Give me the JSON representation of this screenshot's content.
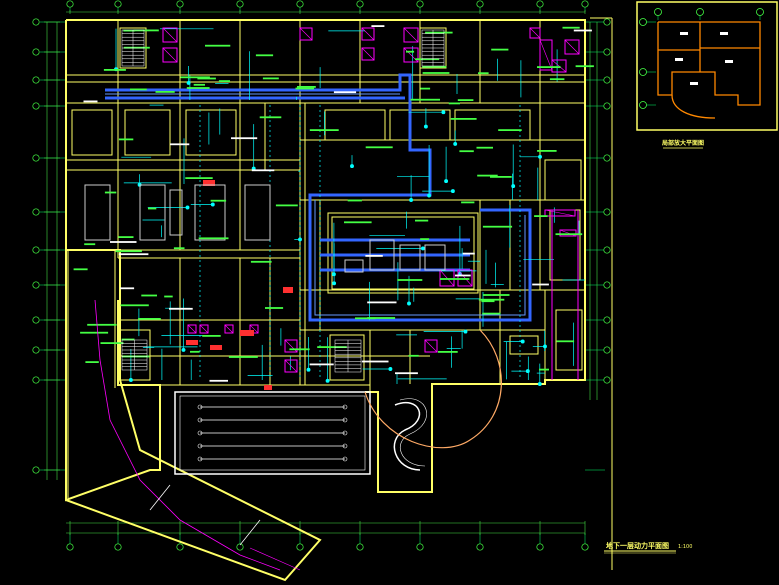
{
  "drawing": {
    "main_title": "地下一层动力平面图",
    "main_scale": "1:100",
    "inset_title": "局部放大平面图"
  },
  "colors": {
    "background": "#000000",
    "wall": "#ffff66",
    "grid": "#00ff66",
    "equipment": "#ff00ff",
    "duct": "#3366ff",
    "wiring": "#00ffff",
    "tag": "#ff3030",
    "orange": "#ff8800",
    "white": "#ffffff",
    "dim_green": "#44dd44"
  }
}
